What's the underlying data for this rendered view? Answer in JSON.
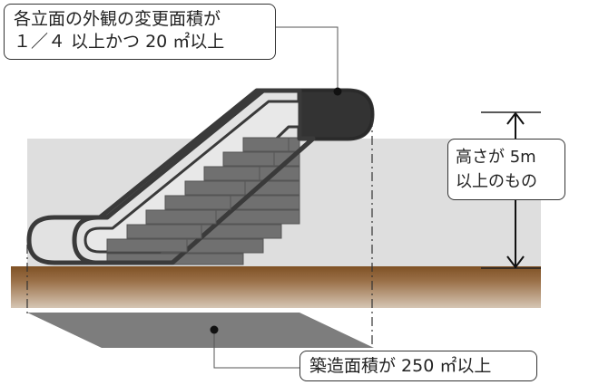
{
  "callouts": {
    "facade": {
      "line1": "各立面の外観の変更面積が",
      "line2": "１／４ 以上かつ 20 ㎡以上"
    },
    "height": {
      "line1": "高さが 5m",
      "line2": "以上のもの"
    },
    "area": {
      "text": "築造面積が 250 ㎡以上"
    }
  },
  "colors": {
    "ground_top": "#8a5a2b",
    "ground_bottom": "#c9b49c",
    "wall": "#dedede",
    "shadow": "#7d7d7d",
    "steps": "#707070",
    "handrail_fill": "#e2e2e2",
    "outline": "#3a3a3a",
    "top_landing": "#333333"
  },
  "icons": [
    "height-arrow-icon",
    "leader-dot-icon"
  ]
}
